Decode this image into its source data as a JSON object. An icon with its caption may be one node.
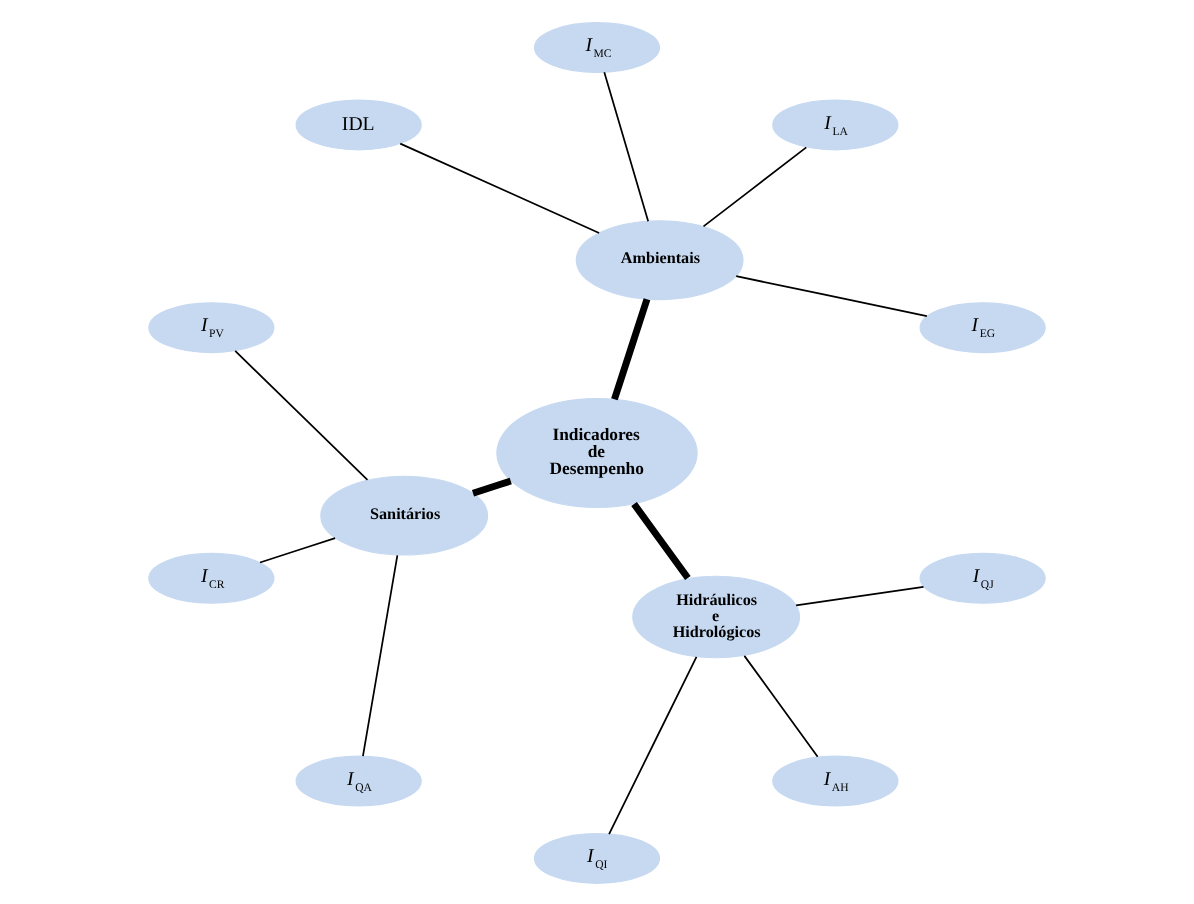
{
  "diagram": {
    "nodes": [
      {
        "text": [
          "Indicadores de Desempenho"
        ]
      },
      {
        "text": [
          "Ambientais"
        ]
      },
      {
        "text": [
          "Sanitários"
        ]
      },
      {
        "text": [
          "Hidráulicos e Hidrológicos"
        ]
      },
      {
        "text": [
          "*I*$_{EG}$"
        ]
      },
      {
        "text": [
          "*I*$_{LA}$"
        ]
      },
      {
        "text": [
          "*I*$_{MC}$"
        ]
      },
      {
        "text": [
          "IDL"
        ]
      },
      {
        "text": [
          "*I*$_{PV}$"
        ]
      },
      {
        "text": [
          "*I*$_{QI}$"
        ]
      },
      {
        "text": [
          "*I*$_{CR}$"
        ]
      },
      {
        "text": [
          "*I*$_{QA}$"
        ]
      },
      {
        "text": [
          "*I*$_{AH}$"
        ]
      },
      {
        "text": [
          "*I*$_{QJ}$"
        ]
      }
    ],
    "edges": [
      {
        "from": 0,
        "to": 1,
        "arrow": "none",
        "style": "thick"
      },
      {
        "from": 0,
        "to": 2,
        "arrow": "none",
        "style": "thick"
      },
      {
        "from": 0,
        "to": 3,
        "arrow": "none",
        "style": "thick"
      },
      {
        "from": 1,
        "to": 4,
        "arrow": "none"
      },
      {
        "from": 1,
        "to": 5,
        "arrow": "none"
      },
      {
        "from": 1,
        "to": 6,
        "arrow": "none"
      },
      {
        "from": 1,
        "to": 7,
        "arrow": "none"
      },
      {
        "from": 2,
        "to": 8,
        "arrow": "none"
      },
      {
        "from": 2,
        "to": 10,
        "arrow": "none"
      },
      {
        "from": 2,
        "to": 11,
        "arrow": "none"
      },
      {
        "from": 3,
        "to": 9,
        "arrow": "none"
      },
      {
        "from": 3,
        "to": 12,
        "arrow": "none"
      },
      {
        "from": 3,
        "to": 13,
        "arrow": "none"
      }
    ]
  }
}
